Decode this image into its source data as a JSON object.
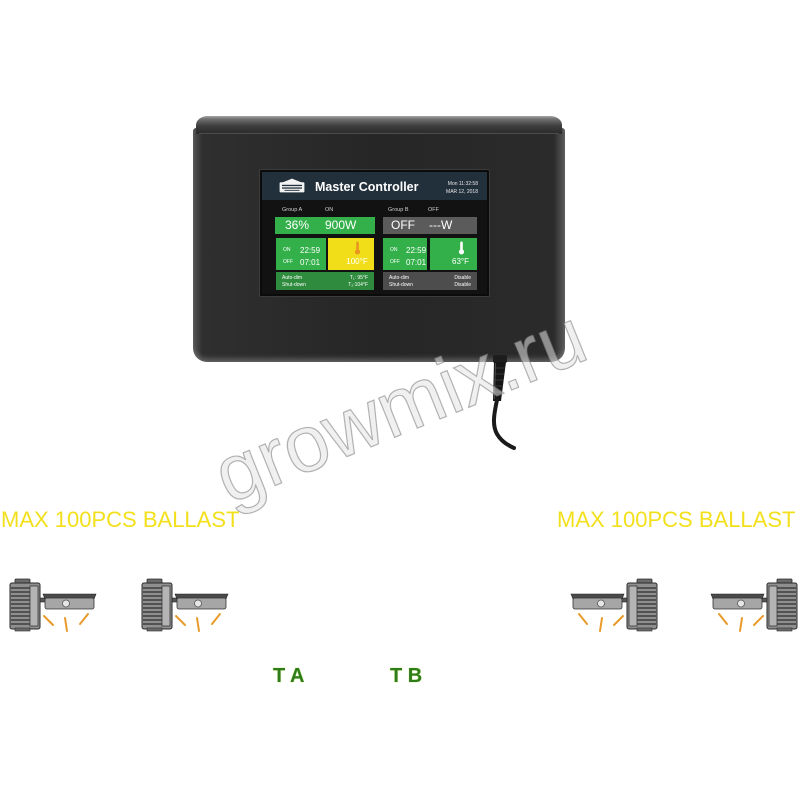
{
  "watermark": "growmix.ru",
  "icons": {
    "brand_logo": "brand-logo-icon",
    "thermometer": "thermometer-icon",
    "ballast": "ballast-lamp-icon",
    "cable": "power-cable"
  },
  "colors": {
    "background": "#ffffff",
    "device_body": "#262626",
    "screen_header": "#22303c",
    "screen_background": "#121212",
    "status_green": "#33b04a",
    "protection_green": "#2f8c3f",
    "status_gray": "#5b5b5b",
    "alert_yellow": "#f2de18",
    "label_yellow": "#f3e01c",
    "ray_orange": "#e89a2a",
    "terminal_green": "#2f7d1a"
  },
  "screen": {
    "title": "Master Controller",
    "date_line1": "Mon 11:32:58",
    "date_line2": "MAR 12, 2018",
    "groups": [
      {
        "label": "Group A",
        "state": "ON",
        "level": "36%",
        "power": "900W",
        "on_label": "ON",
        "on_time": "22:59",
        "off_label": "OFF",
        "off_time": "07:01",
        "temperature": "100°F",
        "autodim_label": "Auto-dim",
        "autodim_value": "T₁: 95°F",
        "shutdown_label": "Shut-down",
        "shutdown_value": "T₂:104°F"
      },
      {
        "label": "Group B",
        "state": "OFF",
        "level": "OFF",
        "power": "---W",
        "on_label": "ON",
        "on_time": "22:59",
        "off_label": "OFF",
        "off_time": "07:01",
        "temperature": "63°F",
        "autodim_label": "Auto-dim",
        "autodim_value": "Disable",
        "shutdown_label": "Shut-down",
        "shutdown_value": "Disable"
      }
    ]
  },
  "labels": {
    "ballast_left": "MAX 100PCS BALLAST",
    "ballast_right": "MAX 100PCS BALLAST",
    "terminal_a": "T A",
    "terminal_b": "T B"
  }
}
